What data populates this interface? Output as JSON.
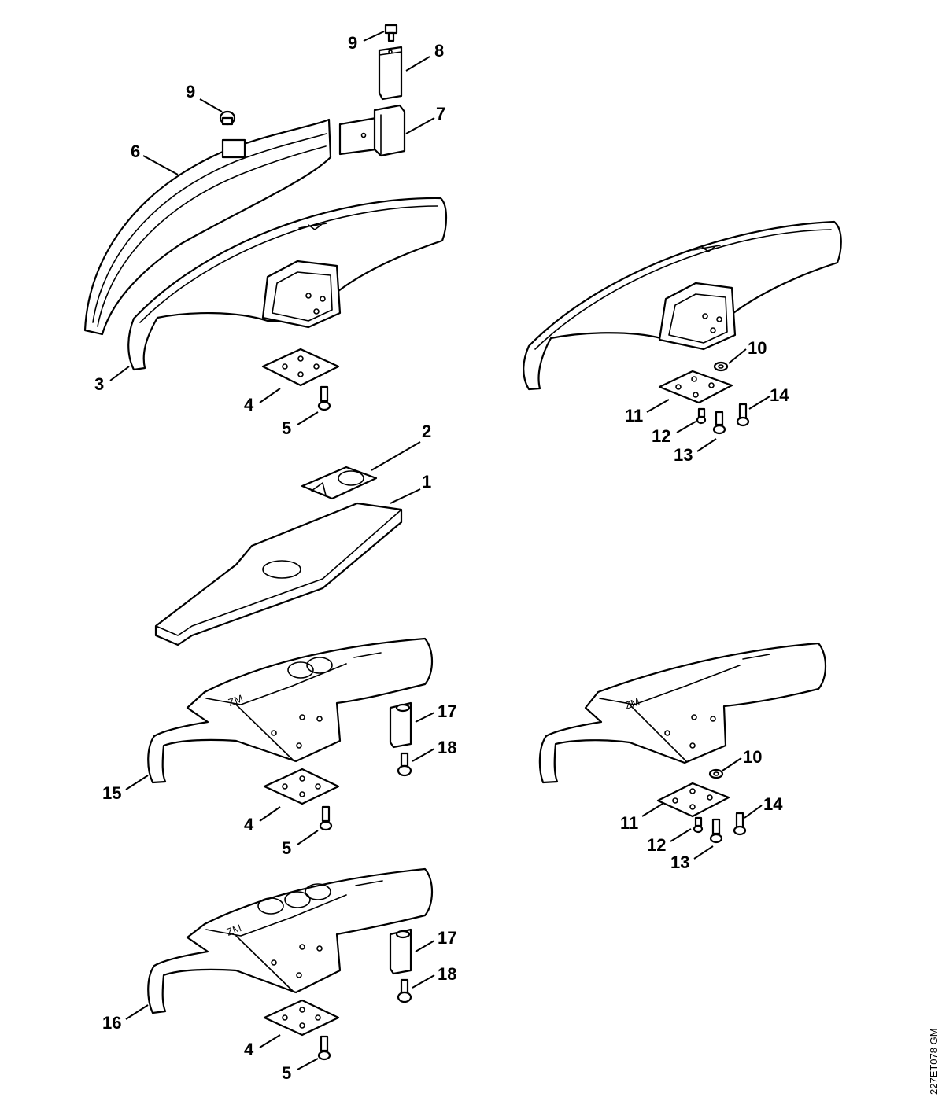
{
  "labels": {
    "l9a": "9",
    "l8": "8",
    "l9b": "9",
    "l7": "7",
    "l6": "6",
    "l3": "3",
    "l4a": "4",
    "l5a": "5",
    "l10a": "10",
    "l11a": "11",
    "l14a": "14",
    "l12a": "12",
    "l13a": "13",
    "l2": "2",
    "l1": "1",
    "l17a": "17",
    "l18a": "18",
    "l15": "15",
    "l4b": "4",
    "l5b": "5",
    "l10b": "10",
    "l11b": "11",
    "l14b": "14",
    "l12b": "12",
    "l13b": "13",
    "l17b": "17",
    "l18b": "18",
    "l16": "16",
    "l4c": "4",
    "l5c": "5"
  },
  "drawing_code": "227ET078 GM"
}
